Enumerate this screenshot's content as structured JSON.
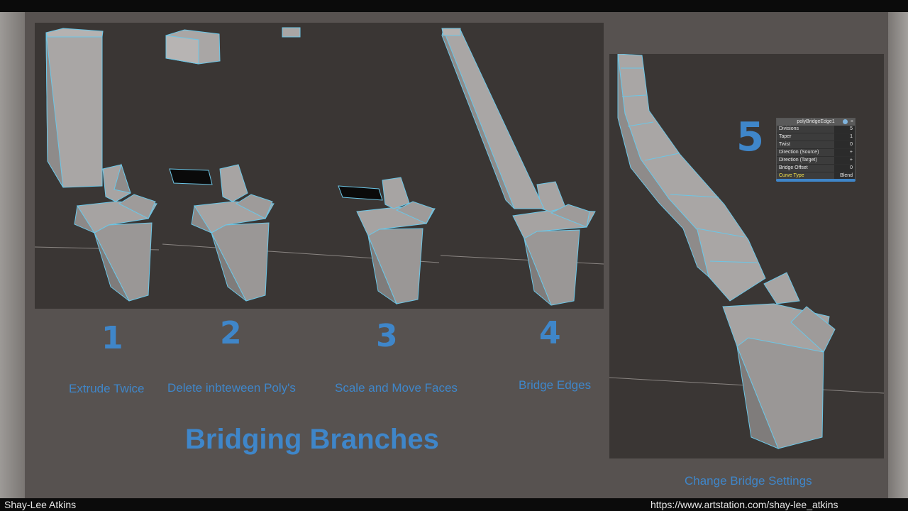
{
  "steps": [
    {
      "number": "1",
      "caption": "Extrude Twice"
    },
    {
      "number": "2",
      "caption": "Delete inbteween Poly's"
    },
    {
      "number": "3",
      "caption": "Scale and Move Faces"
    },
    {
      "number": "4",
      "caption": "Bridge Edges"
    },
    {
      "number": "5",
      "caption": "Change Bridge Settings"
    }
  ],
  "title": "Bridging Branches",
  "attribute_panel": {
    "name": "polyBridgeEdge1",
    "rows": [
      {
        "label": "Divisions",
        "value": "5"
      },
      {
        "label": "Taper",
        "value": "1"
      },
      {
        "label": "Twist",
        "value": "0"
      },
      {
        "label": "Direction (Source)",
        "value": "+"
      },
      {
        "label": "Direction (Target)",
        "value": "+"
      },
      {
        "label": "Bridge Offset",
        "value": "0"
      },
      {
        "label": "Curve Type",
        "value": "Blend"
      }
    ]
  },
  "footer": {
    "author": "Shay-Lee Atkins",
    "url": "https://www.artstation.com/shay-lee_atkins"
  },
  "colors": {
    "accent": "#3f86c9",
    "highlight": "#f2e14a",
    "wire": "#6cc6e6"
  }
}
